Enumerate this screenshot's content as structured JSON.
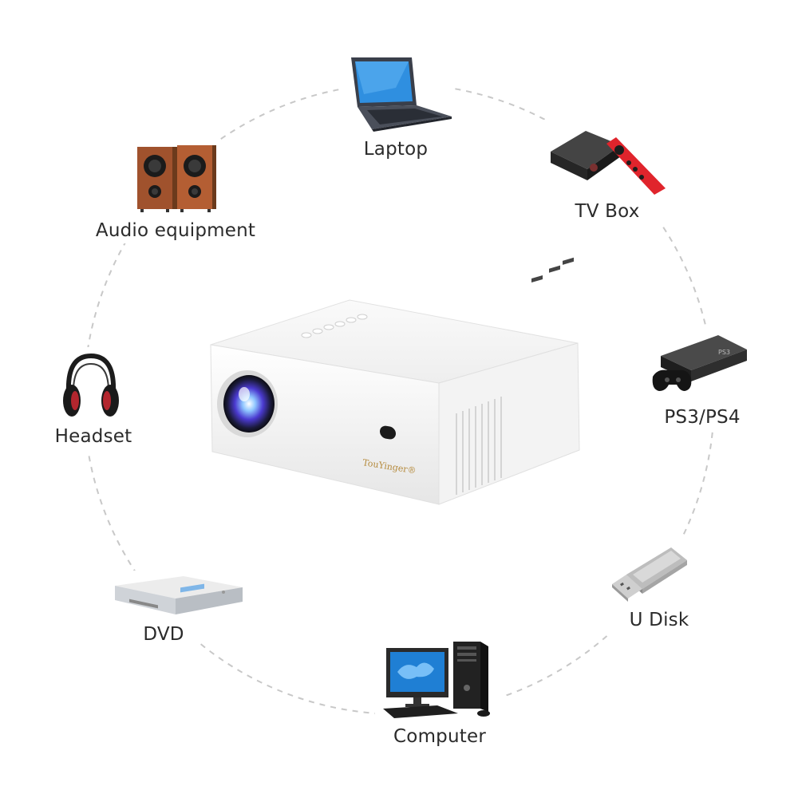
{
  "projector": {
    "brand": "TouYinger",
    "icon": "projector-icon"
  },
  "devices": [
    {
      "id": "laptop",
      "label": "Laptop",
      "icon": "laptop-icon"
    },
    {
      "id": "tv-box",
      "label": "TV Box",
      "icon": "tv-box-icon"
    },
    {
      "id": "ps",
      "label": "PS3/PS4",
      "icon": "game-console-icon"
    },
    {
      "id": "u-disk",
      "label": "U Disk",
      "icon": "usb-drive-icon"
    },
    {
      "id": "computer",
      "label": "Computer",
      "icon": "desktop-computer-icon"
    },
    {
      "id": "dvd",
      "label": "DVD",
      "icon": "dvd-player-icon"
    },
    {
      "id": "headset",
      "label": "Headset",
      "icon": "headphones-icon"
    },
    {
      "id": "audio",
      "label": "Audio equipment",
      "icon": "speakers-icon"
    }
  ],
  "colors": {
    "ring": "#c8c8c8",
    "wood": "#a0522d",
    "tvbox": "#2e2e2e",
    "remote": "#e0242c",
    "screen": "#2f8fe0"
  }
}
